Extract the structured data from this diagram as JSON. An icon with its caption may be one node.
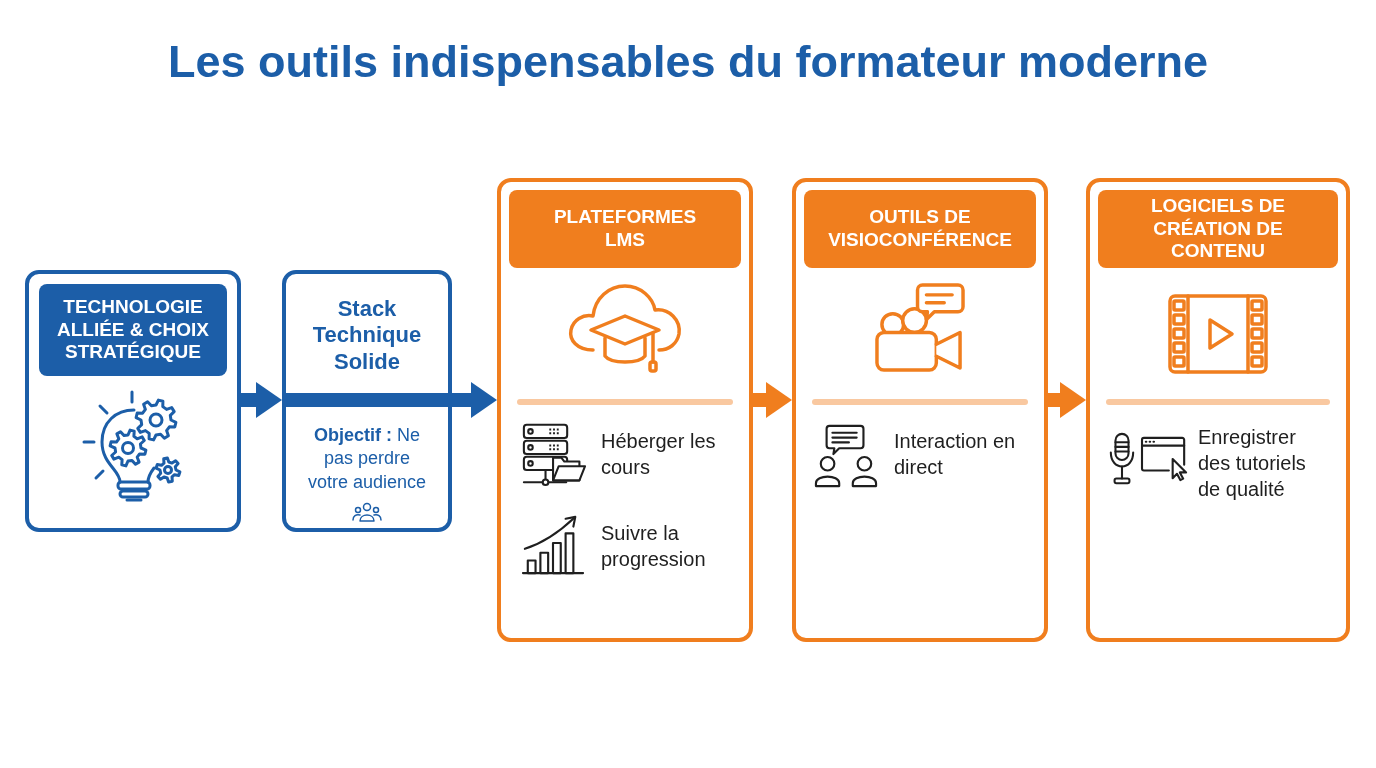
{
  "diagram": {
    "title": "Les outils indispensables du formateur moderne",
    "nodes": [
      {
        "text": [],
        "shape": "box"
      },
      {
        "text": [
          "TECHNOLOGIE ALLIÉE & CHOIX STRATÉGIQUE"
        ],
        "in": 0
      },
      {
        "text": [
          "Stack Technique Solide",
          "**Objectif :** Ne pas perdre votre audience"
        ]
      },
      {
        "text": [
          "Héberger les cours",
          "Suivre la progression"
        ]
      },
      {
        "text": [
          "PLATEFORMES LMS"
        ],
        "in": 3
      },
      {
        "text": [
          "Interaction en direct"
        ]
      },
      {
        "text": [
          "OUTILS DE VISIOCONFÉRENCE"
        ],
        "in": 5
      },
      {
        "text": [
          "Enregistrer des tutoriels de qualité"
        ]
      },
      {
        "text": [
          "LOGICIELS DE CRÉATION DE CONTENU"
        ],
        "in": 7
      }
    ],
    "edges": [
      {
        "from": 0,
        "to": 2,
        "arrow": "to",
        "color": "#1c5ea8"
      },
      {
        "from": 2,
        "to": 3,
        "arrow": "to",
        "color": "#1c5ea8"
      },
      {
        "from": 3,
        "to": 5,
        "arrow": "to",
        "color": "#f07e1e"
      },
      {
        "from": 5,
        "to": 7,
        "arrow": "to",
        "color": "#f07e1e"
      }
    ]
  }
}
